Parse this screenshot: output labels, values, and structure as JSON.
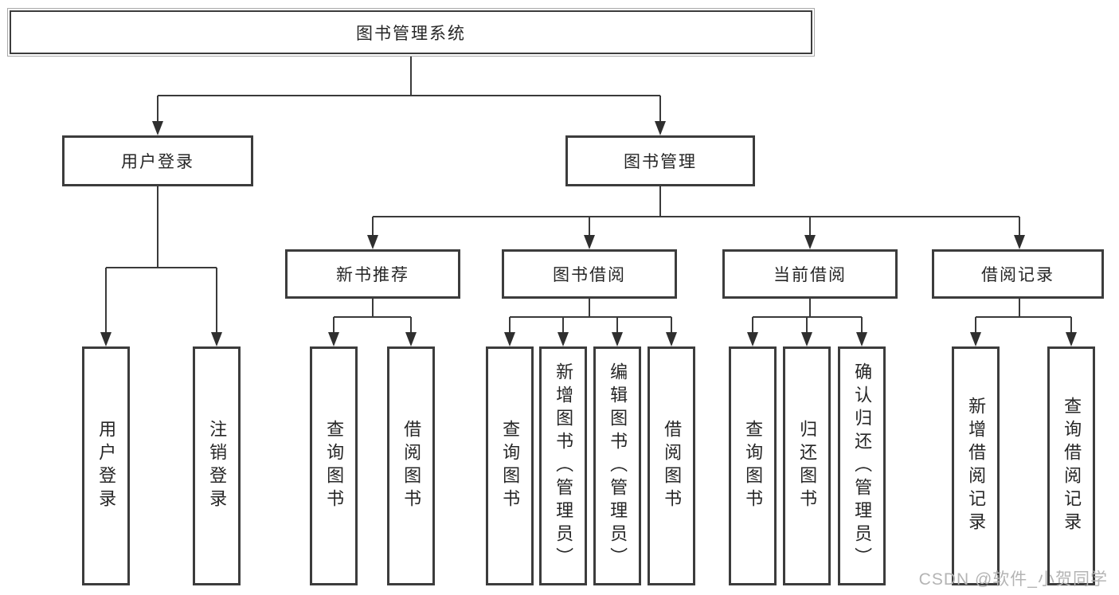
{
  "diagram": {
    "root": {
      "label": "图书管理系统"
    },
    "level2": [
      {
        "label": "用户登录"
      },
      {
        "label": "图书管理"
      }
    ],
    "level3": [
      {
        "label": "新书推荐"
      },
      {
        "label": "图书借阅"
      },
      {
        "label": "当前借阅"
      },
      {
        "label": "借阅记录"
      }
    ],
    "leaves": {
      "user_login": [
        "用户登录",
        "注销登录"
      ],
      "new_book": [
        "查询图书",
        "借阅图书"
      ],
      "book_borrow": [
        "查询图书",
        "新增图书（管理员）",
        "编辑图书（管理员）",
        "借阅图书"
      ],
      "current_borrow": [
        "查询图书",
        "归还图书",
        "确认归还（管理员）"
      ],
      "borrow_record": [
        "新增借阅记录",
        "查询借阅记录"
      ]
    }
  },
  "watermark": "CSDN @软件_小贺同学",
  "colors": {
    "line": "#3a3a3a",
    "text": "#262626",
    "background": "#ffffff",
    "watermark": "#b4b4b4"
  }
}
